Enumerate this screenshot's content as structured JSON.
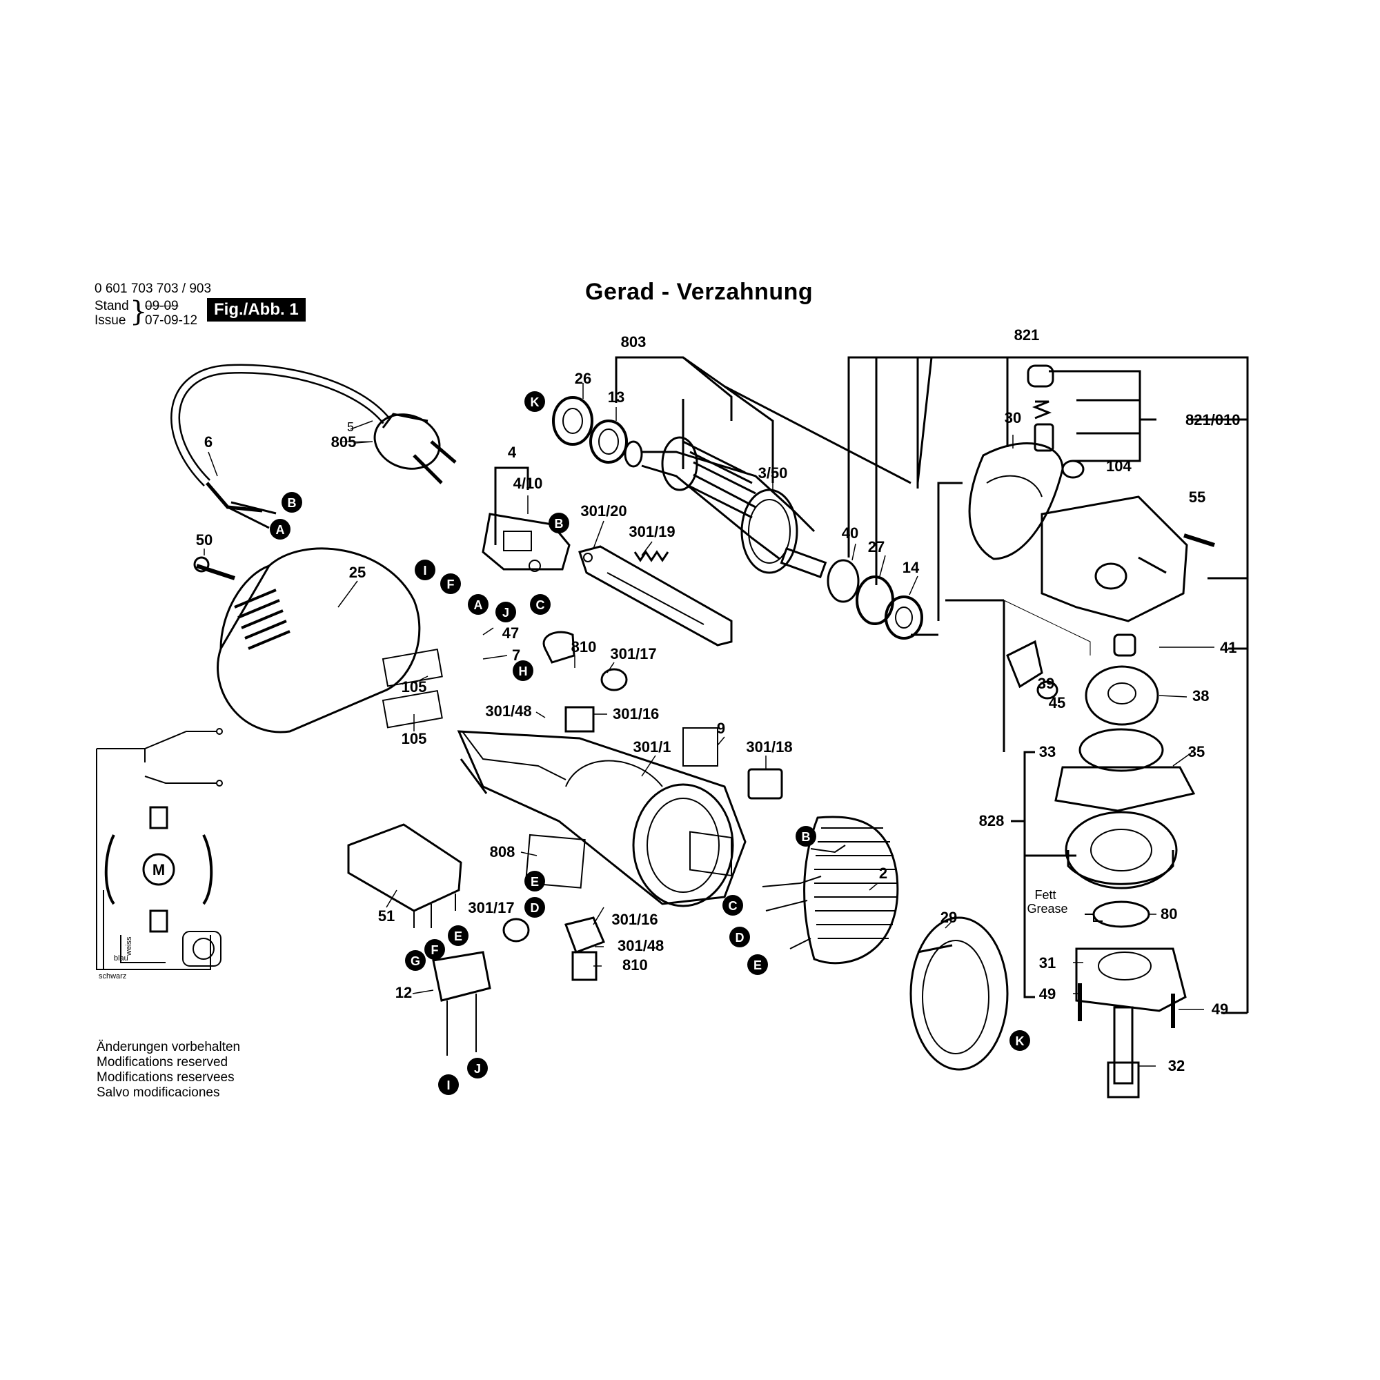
{
  "header": {
    "doc_number": "0 601 703 703 / 903",
    "stand_label": "Stand",
    "issue_label": "Issue",
    "stand_date": "09-09",
    "issue_date": "07-09-12",
    "figure_badge": "Fig./Abb. 1",
    "title": "Gerad - Verzahnung"
  },
  "footer_notes": [
    "Änderungen vorbehalten",
    "Modifications reserved",
    "Modifications reservees",
    "Salvo modificaciones"
  ],
  "lubricant_label": [
    "Fett",
    "Grease"
  ],
  "wiring": {
    "motor_label": "M",
    "wire_labels": [
      "weiss",
      "blau",
      "schwarz"
    ]
  },
  "part_labels": [
    {
      "id": "p803",
      "text": "803"
    },
    {
      "id": "p821",
      "text": "821"
    },
    {
      "id": "p26",
      "text": "26"
    },
    {
      "id": "p13",
      "text": "13"
    },
    {
      "id": "p30",
      "text": "30"
    },
    {
      "id": "p821_010",
      "text": "821/010"
    },
    {
      "id": "p104",
      "text": "104"
    },
    {
      "id": "p5",
      "text": "5"
    },
    {
      "id": "p805",
      "text": "805"
    },
    {
      "id": "p6",
      "text": "6"
    },
    {
      "id": "p4",
      "text": "4"
    },
    {
      "id": "p4_10",
      "text": "4/10"
    },
    {
      "id": "p3_50",
      "text": "3/50"
    },
    {
      "id": "p55",
      "text": "55"
    },
    {
      "id": "p301_20",
      "text": "301/20"
    },
    {
      "id": "p301_19",
      "text": "301/19"
    },
    {
      "id": "p40",
      "text": "40"
    },
    {
      "id": "p27",
      "text": "27"
    },
    {
      "id": "p14",
      "text": "14"
    },
    {
      "id": "p50",
      "text": "50"
    },
    {
      "id": "p25",
      "text": "25"
    },
    {
      "id": "p47",
      "text": "47"
    },
    {
      "id": "p7",
      "text": "7"
    },
    {
      "id": "p810a",
      "text": "810"
    },
    {
      "id": "p301_17a",
      "text": "301/17"
    },
    {
      "id": "p41",
      "text": "41"
    },
    {
      "id": "p105a",
      "text": "105"
    },
    {
      "id": "p39",
      "text": "39"
    },
    {
      "id": "p45",
      "text": "45"
    },
    {
      "id": "p38",
      "text": "38"
    },
    {
      "id": "p301_48a",
      "text": "301/48"
    },
    {
      "id": "p301_16a",
      "text": "301/16"
    },
    {
      "id": "p105b",
      "text": "105"
    },
    {
      "id": "p9",
      "text": "9"
    },
    {
      "id": "p301_1",
      "text": "301/1"
    },
    {
      "id": "p301_18",
      "text": "301/18"
    },
    {
      "id": "p33",
      "text": "33"
    },
    {
      "id": "p35",
      "text": "35"
    },
    {
      "id": "p828",
      "text": "828"
    },
    {
      "id": "p808",
      "text": "808"
    },
    {
      "id": "p2",
      "text": "2"
    },
    {
      "id": "p301_17b",
      "text": "301/17"
    },
    {
      "id": "p301_16b",
      "text": "301/16"
    },
    {
      "id": "p51",
      "text": "51"
    },
    {
      "id": "p80",
      "text": "80"
    },
    {
      "id": "p29",
      "text": "29"
    },
    {
      "id": "p301_48b",
      "text": "301/48"
    },
    {
      "id": "p810b",
      "text": "810"
    },
    {
      "id": "p31",
      "text": "31"
    },
    {
      "id": "p12",
      "text": "12"
    },
    {
      "id": "p49a",
      "text": "49"
    },
    {
      "id": "p49b",
      "text": "49"
    },
    {
      "id": "p32",
      "text": "32"
    }
  ],
  "connector_markers": [
    {
      "id": "mK1",
      "text": "K"
    },
    {
      "id": "mB1",
      "text": "B"
    },
    {
      "id": "mA1",
      "text": "A"
    },
    {
      "id": "mB2",
      "text": "B"
    },
    {
      "id": "mI1",
      "text": "I"
    },
    {
      "id": "mF1",
      "text": "F"
    },
    {
      "id": "mA2",
      "text": "A"
    },
    {
      "id": "mJ1",
      "text": "J"
    },
    {
      "id": "mC1",
      "text": "C"
    },
    {
      "id": "mH1",
      "text": "H"
    },
    {
      "id": "mB3",
      "text": "B"
    },
    {
      "id": "mE1",
      "text": "E"
    },
    {
      "id": "mD1",
      "text": "D"
    },
    {
      "id": "mC2",
      "text": "C"
    },
    {
      "id": "mD2",
      "text": "D"
    },
    {
      "id": "mE2",
      "text": "E"
    },
    {
      "id": "mG1",
      "text": "G"
    },
    {
      "id": "mF2",
      "text": "F"
    },
    {
      "id": "mE3",
      "text": "E"
    },
    {
      "id": "mK2",
      "text": "K"
    },
    {
      "id": "mI2",
      "text": "I"
    },
    {
      "id": "mJ2",
      "text": "J"
    }
  ]
}
